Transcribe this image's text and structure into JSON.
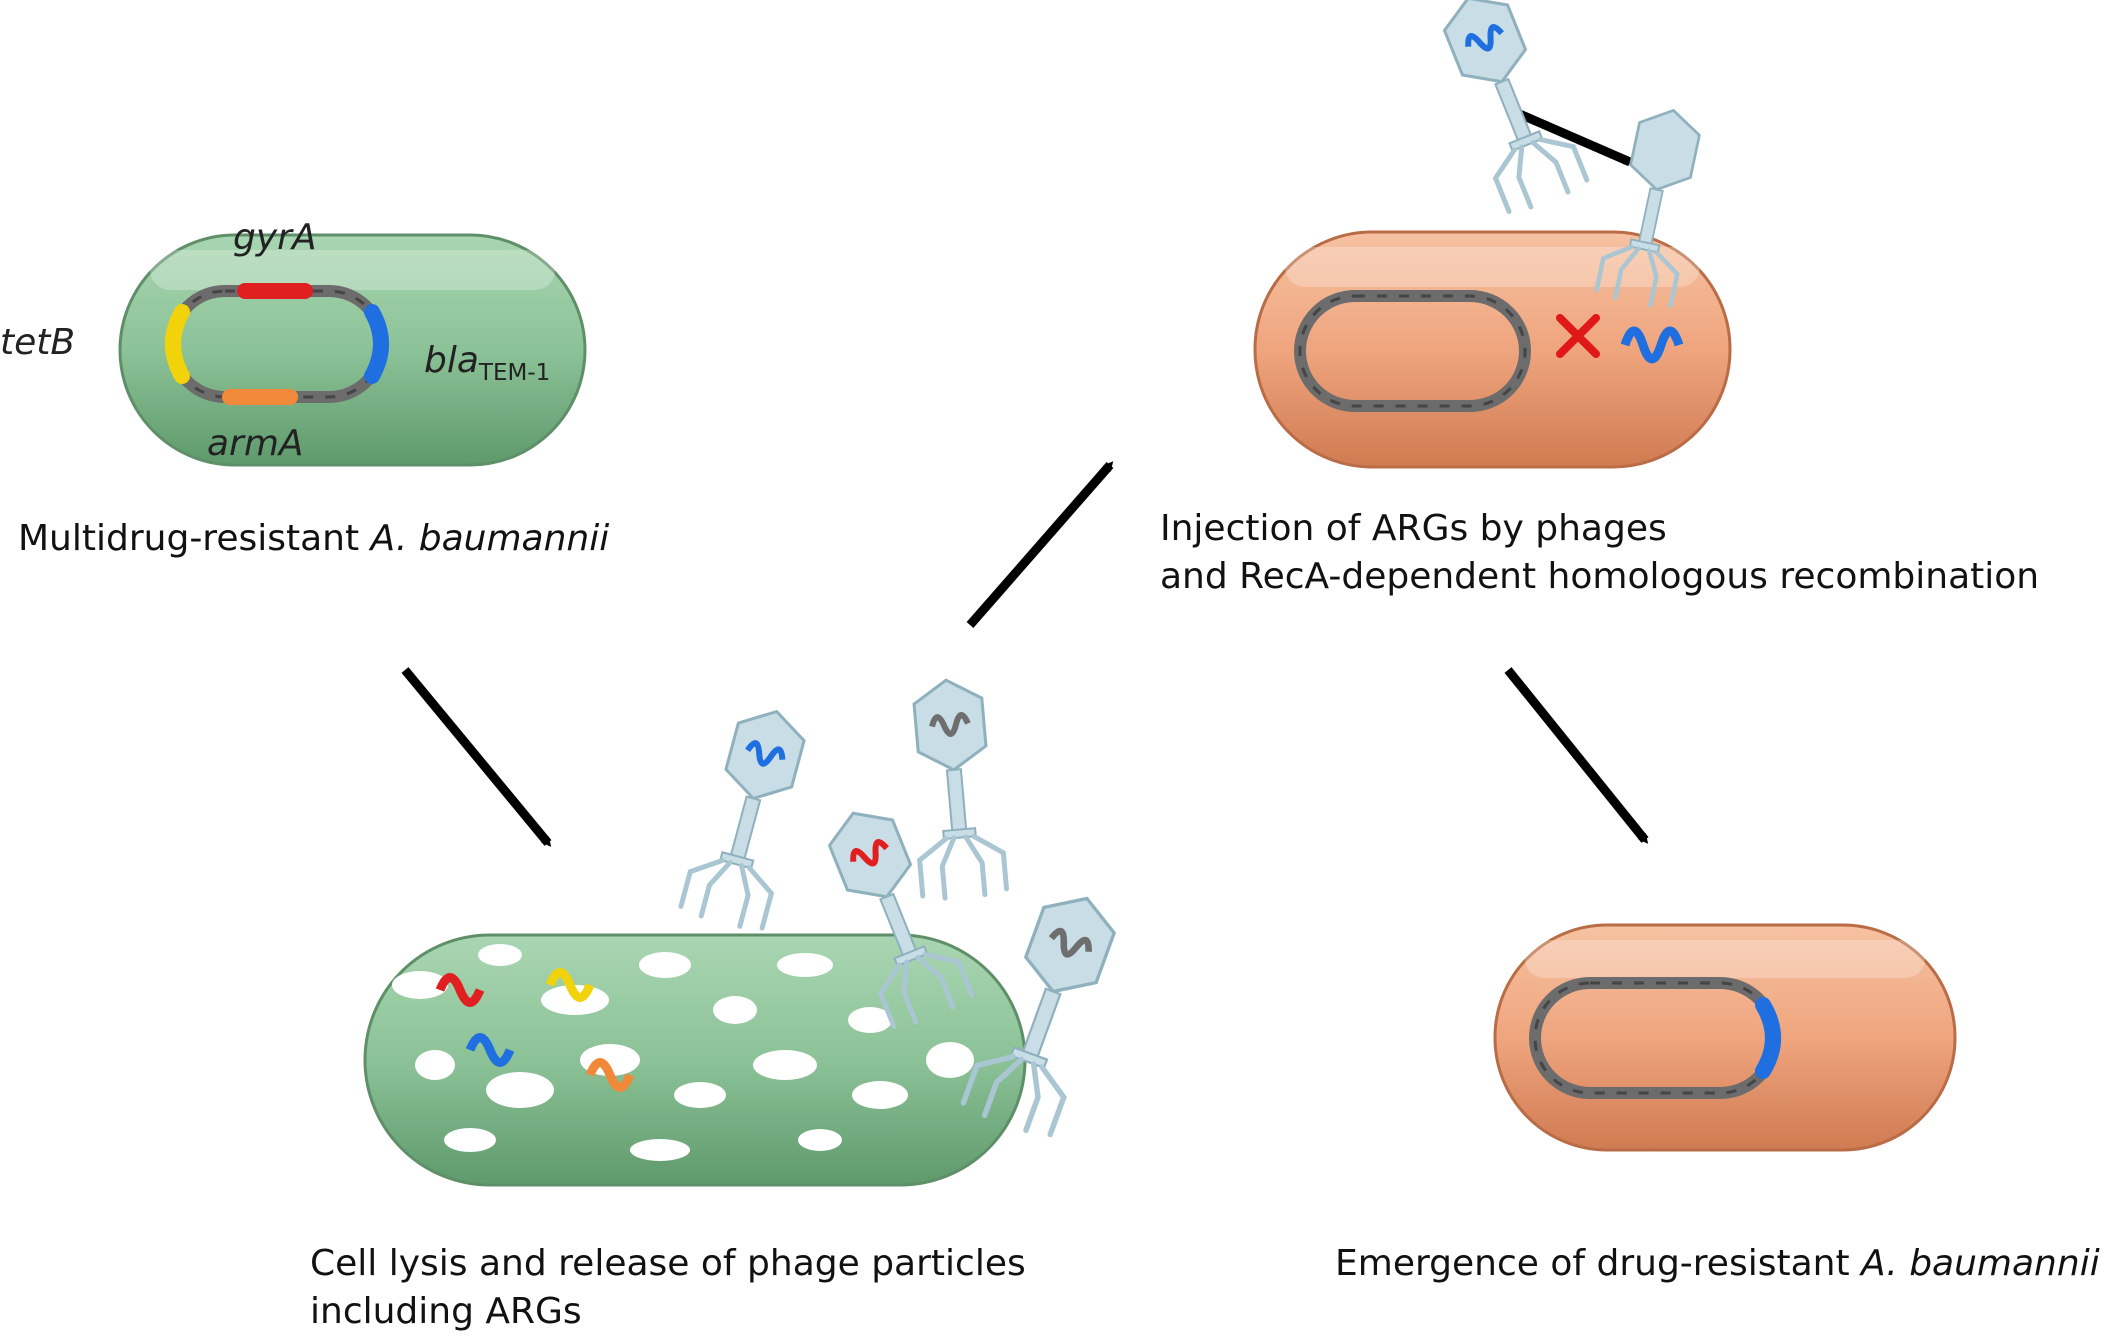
{
  "genes": {
    "gyrA": "gyrA",
    "tetB": "tetB",
    "armA": "armA",
    "bla": "bla",
    "bla_sub": "TEM-1"
  },
  "captions": {
    "mdr_prefix": "Multidrug-resistant ",
    "mdr_species": "A. baumannii",
    "lysis_line1": "Cell lysis and release of phage particles",
    "lysis_line2": "including ARGs",
    "injection_line1": "Injection of ARGs by phages",
    "injection_line2": "and RecA-dependent homologous recombination",
    "emergence_prefix": "Emergence of drug-resistant ",
    "emergence_species": "A. baumannii"
  },
  "colors": {
    "mdr_cell": "#8fc49a",
    "recipient_cell": "#f0a882",
    "dna": "#6e6e6e",
    "gyrA": "#e02020",
    "tetB": "#f2d20a",
    "armA": "#f08a3a",
    "bla": "#1f6fe0",
    "phage": "#c8dde6",
    "cross": "#e01818",
    "arrow": "#000000"
  }
}
